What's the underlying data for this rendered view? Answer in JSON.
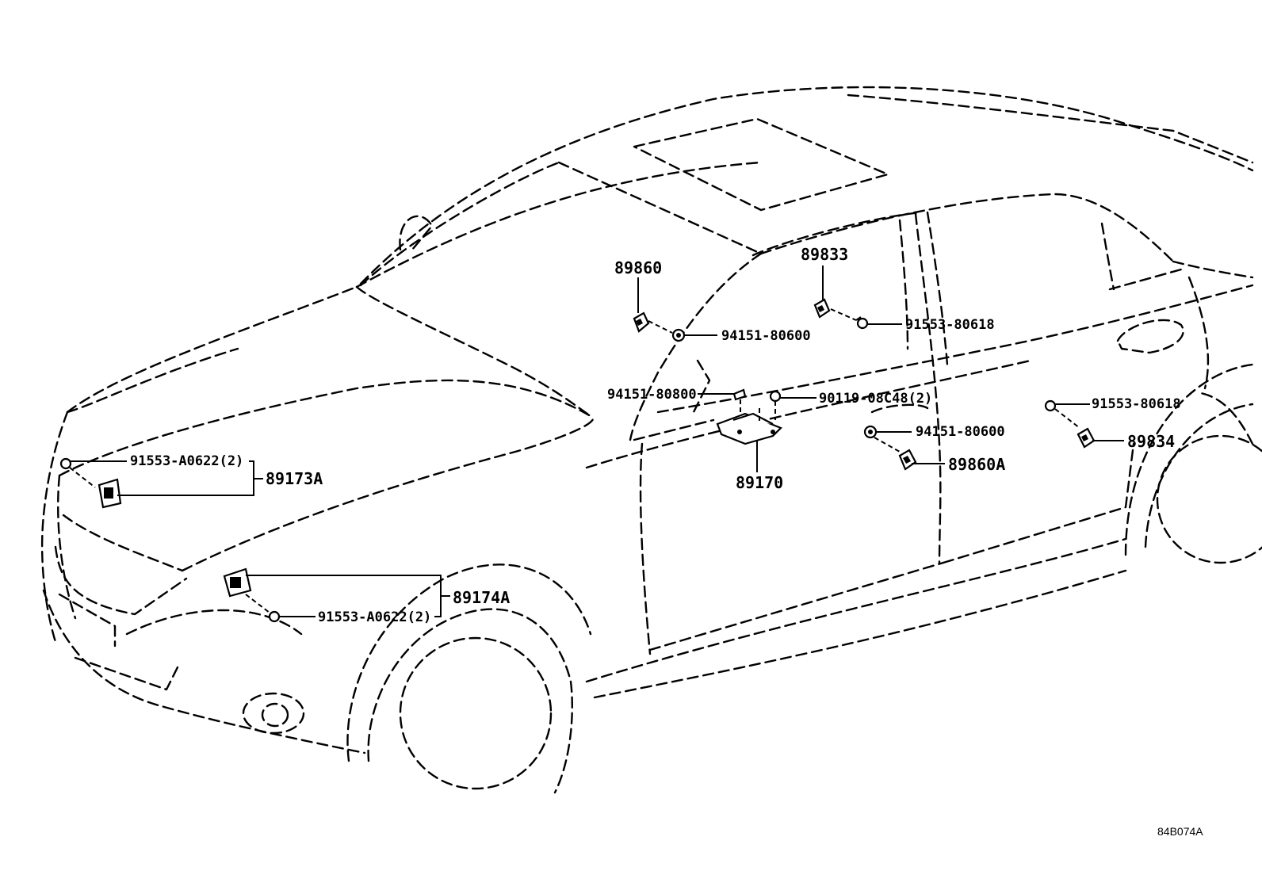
{
  "labels": {
    "p89860": "89860",
    "p89833": "89833",
    "p94151_80600_a": "94151-80600",
    "p91553_80618_a": "91553-80618",
    "p94151_80800": "94151-80800",
    "p90119_08c48": "90119-08C48(2)",
    "p91553_80618_b": "91553-80618",
    "p94151_80600_b": "94151-80600",
    "p89834": "89834",
    "p89860a": "89860A",
    "p89170": "89170",
    "p91553_a0622_a": "91553-A0622(2)",
    "p89173a": "89173A",
    "p89174a": "89174A",
    "p91553_a0622_b": "91553-A0622(2)"
  },
  "reference_code": "84B074A"
}
